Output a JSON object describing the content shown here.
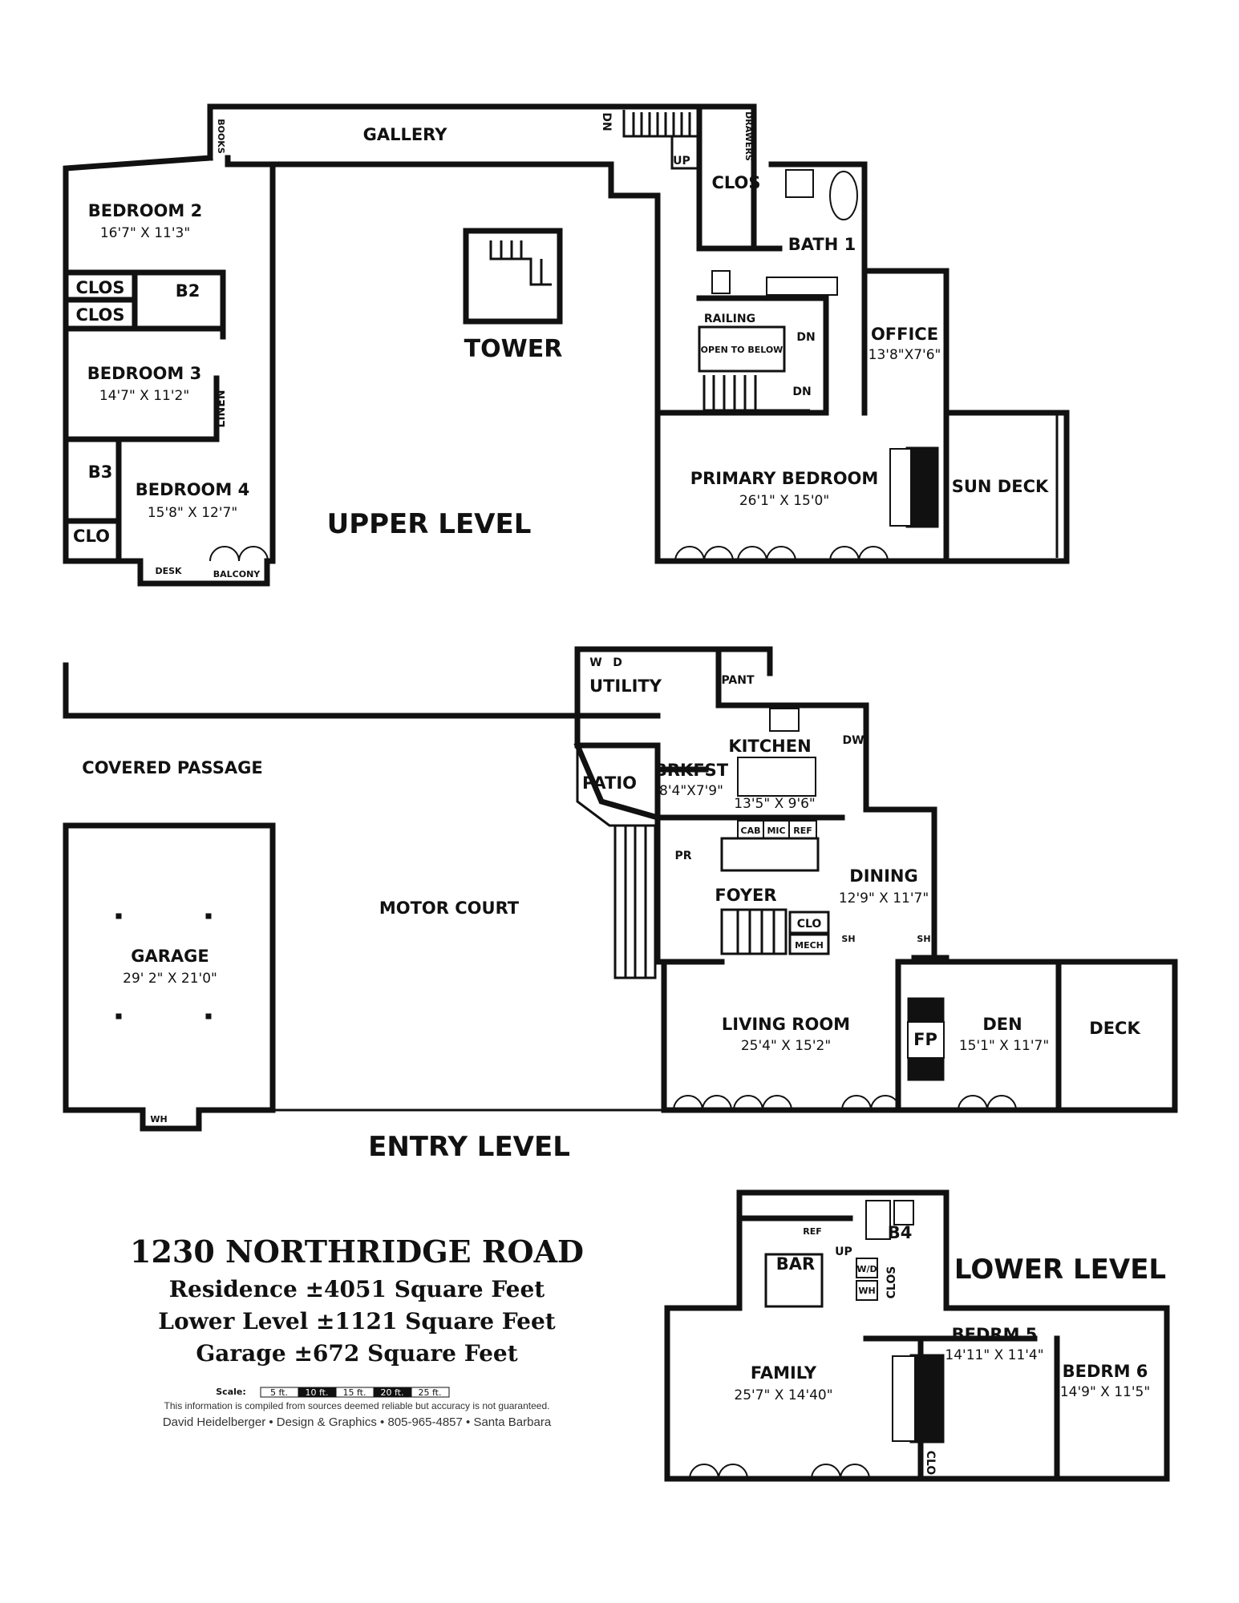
{
  "levels": {
    "upper": "UPPER LEVEL",
    "entry": "ENTRY LEVEL",
    "lower": "LOWER LEVEL"
  },
  "upper_rooms": {
    "gallery": "GALLERY",
    "books": "BOOKS",
    "drawers": "DRAWERS",
    "bedroom2": "BEDROOM 2",
    "bedroom2_dim": "16'7\" X 11'3\"",
    "clos1": "CLOS",
    "clos2": "CLOS",
    "b2": "B2",
    "bedroom3": "BEDROOM 3",
    "bedroom3_dim": "14'7\" X 11'2\"",
    "linen": "LINEN",
    "b3": "B3",
    "bedroom4": "BEDROOM 4",
    "bedroom4_dim": "15'8\" X 12'7\"",
    "clo": "CLO",
    "desk": "DESK",
    "balcony": "BALCONY",
    "tower": "TOWER",
    "clos_master": "CLOS",
    "bath1": "BATH 1",
    "railing": "RAILING",
    "open_below": "OPEN TO BELOW",
    "office": "OFFICE",
    "office_dim": "13'8\"X7'6\"",
    "primary": "PRIMARY BEDROOM",
    "primary_dim": "26'1\" X 15'0\"",
    "fp": "FP",
    "sundeck": "SUN DECK",
    "dn": "DN",
    "up": "UP"
  },
  "entry_rooms": {
    "covered_passage": "COVERED PASSAGE",
    "motor_court": "MOTOR COURT",
    "garage": "GARAGE",
    "garage_dim": "29' 2\" X 21'0\"",
    "wh": "WH",
    "w": "W",
    "d": "D",
    "utility": "UTILITY",
    "pant": "PANT",
    "kitchen": "KITCHEN",
    "kitchen_dim": "13'5\" X 9'6\"",
    "dw": "DW",
    "brkfst": "BRKFST",
    "brkfst_dim": "8'4\"X7'9\"",
    "patio": "PATIO",
    "cab": "CAB",
    "mic": "MIC",
    "ref": "REF",
    "pr": "PR",
    "dining": "DINING",
    "dining_dim": "12'9\" X 11'7\"",
    "foyer": "FOYER",
    "clo": "CLO",
    "mech": "MECH",
    "sh": "SH",
    "living": "LIVING ROOM",
    "living_dim": "25'4\" X 15'2\"",
    "fp": "FP",
    "den": "DEN",
    "den_dim": "15'1\" X 11'7\"",
    "deck": "DECK"
  },
  "lower_rooms": {
    "ref": "REF",
    "bar": "BAR",
    "b4": "B4",
    "wd": "W/D",
    "wh": "WH",
    "clos": "CLOS",
    "family": "FAMILY",
    "family_dim": "25'7\" X 14'40\"",
    "fp": "FP",
    "clo": "CLO",
    "bedrm5": "BEDRM 5",
    "bedrm5_dim": "14'11\" X 11'4\"",
    "bedrm6": "BEDRM 6",
    "bedrm6_dim": "14'9\" X 11'5\"",
    "up": "UP"
  },
  "info": {
    "address": "1230 NORTHRIDGE ROAD",
    "residence": "Residence ±4051 Square Feet",
    "lower": "Lower Level ±1121 Square Feet",
    "garage": "Garage ±672 Square Feet",
    "scale_label": "Scale:",
    "scale_marks": [
      "5 ft.",
      "10 ft.",
      "15 ft.",
      "20 ft.",
      "25 ft."
    ],
    "disclaimer": "This information is compiled from sources deemed reliable but accuracy is not guaranteed.",
    "credit": "David Heidelberger • Design & Graphics • 805-965-4857 • Santa Barbara"
  }
}
